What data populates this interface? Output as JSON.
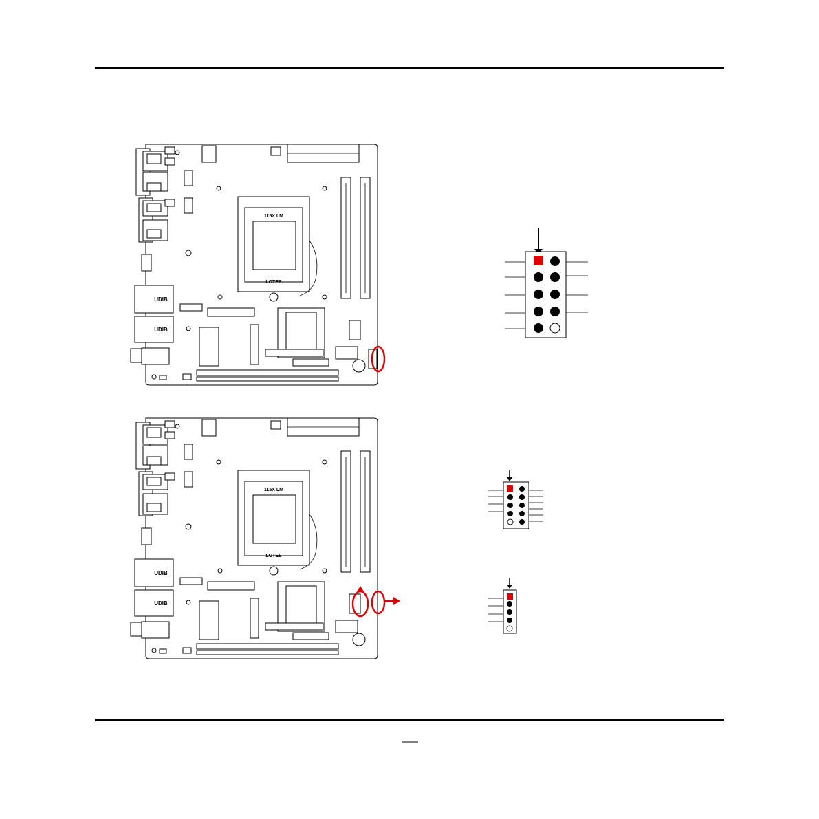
{
  "boards": [
    {
      "name": "motherboard-top",
      "cpu_label": "115X LM",
      "brand_label": "LOTES",
      "ports_label": "UDIB",
      "highlight": "usb-header-front"
    },
    {
      "name": "motherboard-bottom",
      "cpu_label": "115X LM",
      "brand_label": "LOTES",
      "ports_label": "UDIB",
      "highlight": "usb-and-com-header"
    }
  ],
  "pinouts": [
    {
      "name": "pinout-9pin-large",
      "rows": 5,
      "cols": 2,
      "pin1_marker": "red-square",
      "missing_pin": "bottom-right"
    },
    {
      "name": "pinout-9pin-small",
      "rows": 5,
      "cols": 2,
      "pin1_marker": "red-square",
      "missing_pin": "bottom-left"
    },
    {
      "name": "pinout-4pin",
      "rows": 5,
      "cols": 1,
      "pin1_marker": "red-square",
      "missing_pin": "bottom"
    }
  ],
  "colors": {
    "highlight": "#e00000",
    "pin1": "#e00000",
    "ink": "#000000"
  },
  "icons": [
    "arrow-down-icon",
    "arrow-right-icon",
    "arrow-up-icon"
  ]
}
